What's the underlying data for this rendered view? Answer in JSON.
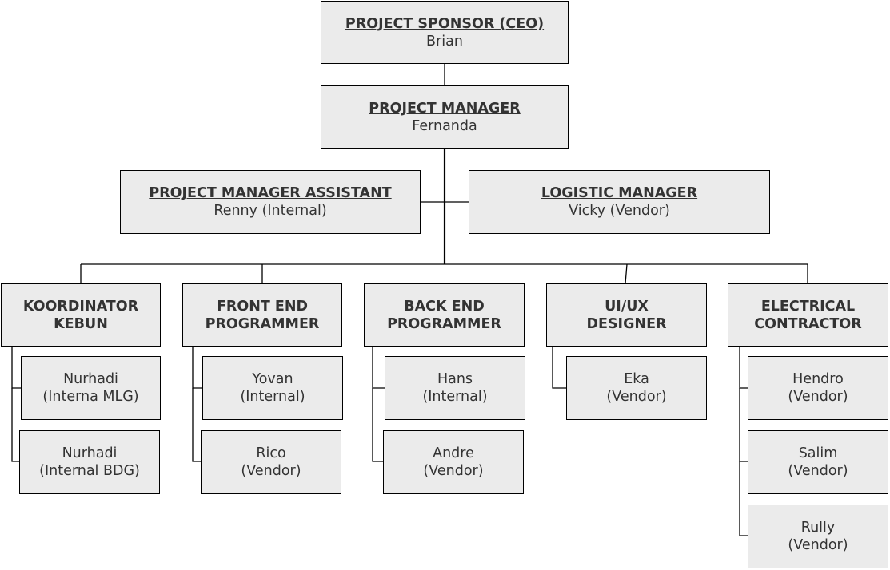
{
  "sponsor": {
    "title": "PROJECT SPONSOR (CEO)",
    "name": "Brian"
  },
  "manager": {
    "title": "PROJECT MANAGER",
    "name": "Fernanda"
  },
  "assistant": {
    "title": "PROJECT MANAGER ASSISTANT",
    "name": "Renny (Internal)"
  },
  "logistic": {
    "title": "LOGISTIC MANAGER",
    "name": "Vicky (Vendor)"
  },
  "departments": [
    {
      "title": "KOORDINATOR\nKEBUN",
      "members": [
        "Nurhadi\n(Interna MLG)",
        "Nurhadi\n(Internal BDG)"
      ]
    },
    {
      "title": "FRONT END\nPROGRAMMER",
      "members": [
        "Yovan\n(Internal)",
        "Rico\n(Vendor)"
      ]
    },
    {
      "title": "BACK END\nPROGRAMMER",
      "members": [
        "Hans\n(Internal)",
        "Andre\n(Vendor)"
      ]
    },
    {
      "title": "UI/UX\nDESIGNER",
      "members": [
        "Eka\n(Vendor)"
      ]
    },
    {
      "title": "ELECTRICAL\nCONTRACTOR",
      "members": [
        "Hendro\n(Vendor)",
        "Salim\n(Vendor)",
        "Rully\n(Vendor)"
      ]
    }
  ],
  "colors": {
    "box_fill": "#ebebeb",
    "border": "#000000",
    "text": "#333333"
  }
}
